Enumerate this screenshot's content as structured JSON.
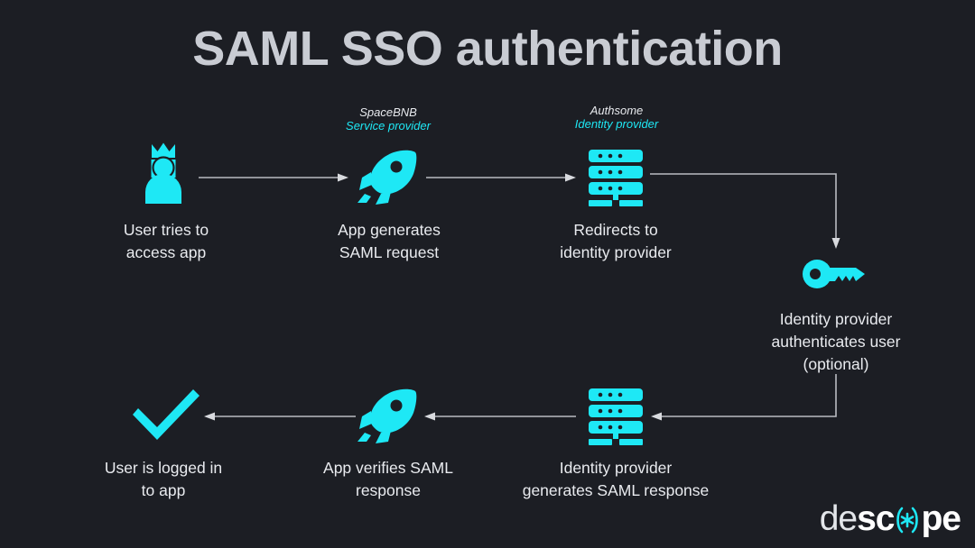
{
  "page": {
    "title": "SAML SSO authentication",
    "background_color": "#1c1e24",
    "accent_color": "#1ee8f5",
    "text_color": "#e9ebef",
    "title_color": "#c9ccd3",
    "arrow_color": "#b9bcc2"
  },
  "providers": [
    {
      "name": "SpaceBNB",
      "role": "Service provider"
    },
    {
      "name": "Authsome",
      "role": "Identity provider"
    }
  ],
  "steps": [
    {
      "id": "user-tries",
      "icon": "user-crown-icon",
      "caption_line1": "User tries to",
      "caption_line2": "access app",
      "caption_line3": ""
    },
    {
      "id": "app-generates",
      "icon": "rocket-icon",
      "caption_line1": "App generates",
      "caption_line2": "SAML request",
      "caption_line3": ""
    },
    {
      "id": "redirects",
      "icon": "server-icon",
      "caption_line1": "Redirects to",
      "caption_line2": "identity provider",
      "caption_line3": ""
    },
    {
      "id": "authenticates",
      "icon": "key-icon",
      "caption_line1": "Identity provider",
      "caption_line2": "authenticates user",
      "caption_line3": "(optional)"
    },
    {
      "id": "idp-generates-response",
      "icon": "server-icon",
      "caption_line1": "Identity provider",
      "caption_line2": "generates SAML response",
      "caption_line3": ""
    },
    {
      "id": "app-verifies",
      "icon": "rocket-icon",
      "caption_line1": "App verifies SAML",
      "caption_line2": "response",
      "caption_line3": ""
    },
    {
      "id": "logged-in",
      "icon": "checkmark-icon",
      "caption_line1": "User is logged in",
      "caption_line2": "to app",
      "caption_line3": ""
    }
  ],
  "logo": {
    "part1": "de",
    "part2": "sc",
    "part3": "pe",
    "mark_color": "#1ee8f5"
  }
}
